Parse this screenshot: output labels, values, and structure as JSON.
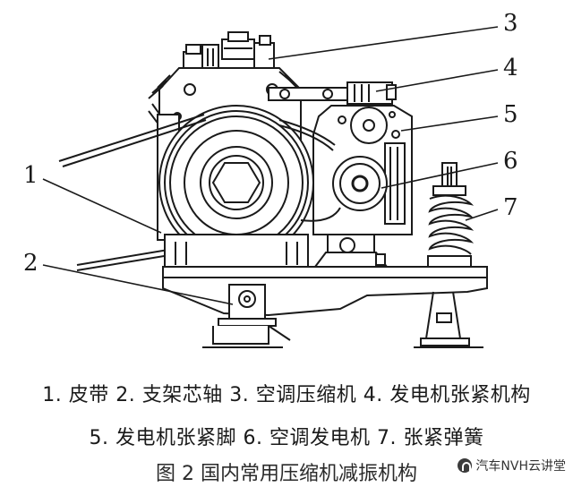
{
  "figure": {
    "callouts": [
      "1",
      "2",
      "3",
      "4",
      "5",
      "6",
      "7"
    ]
  },
  "legend": {
    "line1": "1. 皮带  2. 支架芯轴  3. 空调压缩机  4. 发电机张紧机构",
    "line2": "5. 发电机张紧脚  6. 空调发电机  7. 张紧弹簧"
  },
  "caption": "图 2  国内常用压缩机减振机构",
  "watermark": "汽车NVH云讲堂"
}
